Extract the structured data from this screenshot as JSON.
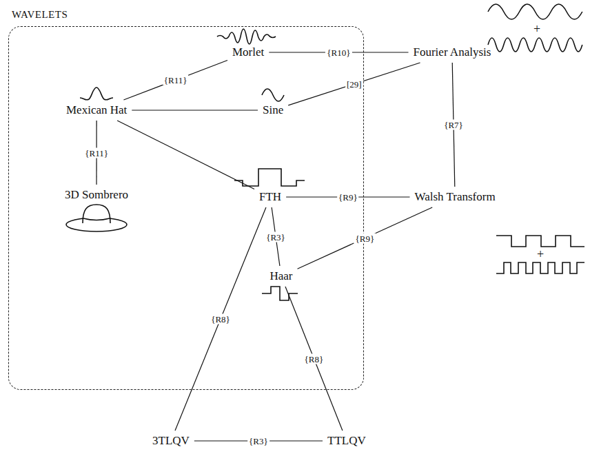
{
  "diagram": {
    "nodes": [
      {
        "text": [
          "WAVELETS"
        ]
      },
      {
        "text": [
          "Morlet"
        ],
        "in": 0
      },
      {
        "text": [
          "Fourier Analysis"
        ]
      },
      {
        "text": [
          "Mexican Hat"
        ],
        "in": 0
      },
      {
        "text": [
          "Sine"
        ],
        "in": 0
      },
      {
        "text": [
          "3D Sombrero"
        ],
        "in": 0
      },
      {
        "text": [
          "FTH"
        ],
        "in": 0
      },
      {
        "text": [
          "Walsh Transform"
        ]
      },
      {
        "text": [
          "Haar"
        ],
        "in": 0
      },
      {
        "text": [
          "3TLQV"
        ]
      },
      {
        "text": [
          "TTLQV"
        ]
      }
    ],
    "edges": [
      {
        "from": 1,
        "to": 2,
        "label": "{R10}",
        "arrow": "none"
      },
      {
        "from": 3,
        "to": 1,
        "label": "{R11}",
        "arrow": "none"
      },
      {
        "from": 4,
        "to": 2,
        "label": "[29]",
        "arrow": "none"
      },
      {
        "from": 3,
        "to": 4,
        "arrow": "none"
      },
      {
        "from": 3,
        "to": 5,
        "label": "{R11}",
        "arrow": "none"
      },
      {
        "from": 3,
        "to": 6,
        "arrow": "none"
      },
      {
        "from": 2,
        "to": 7,
        "label": "{R7}",
        "arrow": "none"
      },
      {
        "from": 6,
        "to": 7,
        "label": "{R9}",
        "arrow": "none"
      },
      {
        "from": 8,
        "to": 7,
        "label": "{R9}",
        "arrow": "none"
      },
      {
        "from": 6,
        "to": 8,
        "label": "{R3}",
        "arrow": "none"
      },
      {
        "from": 6,
        "to": 9,
        "label": "{R8}",
        "arrow": "none"
      },
      {
        "from": 8,
        "to": 10,
        "label": "{R8}",
        "arrow": "none"
      },
      {
        "from": 9,
        "to": 10,
        "label": "{R3}",
        "arrow": "none"
      }
    ],
    "labels": [
      "+",
      "+"
    ]
  }
}
